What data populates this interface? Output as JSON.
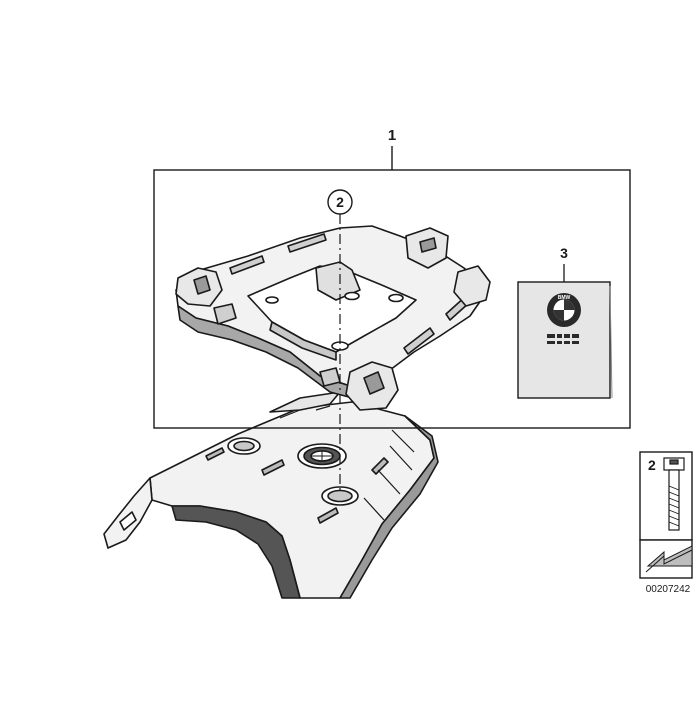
{
  "callouts": {
    "kit": "1",
    "screw": "2",
    "manual": "3",
    "legend_screw": "2"
  },
  "manual": {
    "brand_logo": "BMW roundel",
    "cover_lines": "stacked black text block"
  },
  "diagram_id": "00207242",
  "colors": {
    "line": "#1a1a1a",
    "fill_light": "#f2f2f2",
    "fill_mid": "#c8c8c8",
    "fill_dark": "#7a7a7a",
    "manual_cover": "#e4e4e4"
  },
  "icons": {
    "legend_arrow": "arrow-icon",
    "brand_roundel": "roundel-icon"
  }
}
